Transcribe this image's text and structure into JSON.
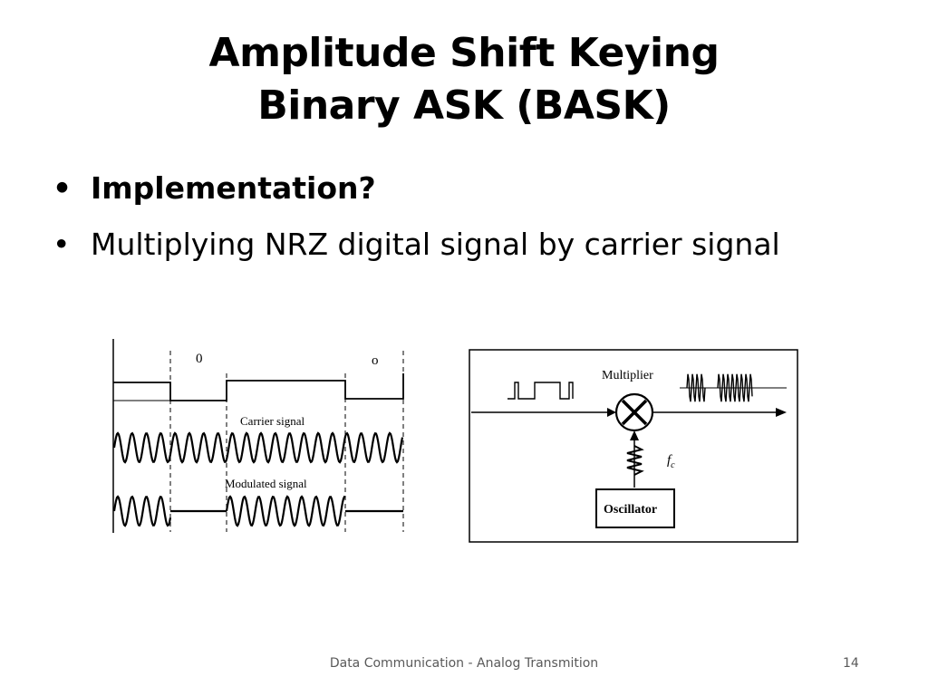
{
  "slide": {
    "title_line1": "Amplitude Shift Keying",
    "title_line2": "Binary ASK (BASK)",
    "bullets": [
      {
        "text": "Implementation?",
        "bold": true
      },
      {
        "text": "Multiplying NRZ digital signal by carrier signal",
        "bold": false
      }
    ],
    "bullet_glyph": "•"
  },
  "waveform_figure": {
    "bit_labels": [
      "0",
      "o"
    ],
    "carrier_label": "Carrier signal",
    "modulated_label": "Modulated signal",
    "bits": [
      1,
      0,
      1,
      0
    ]
  },
  "block_diagram": {
    "multiplier_label": "Multiplier",
    "oscillator_label": "Oscillator",
    "fc_label": "f",
    "fc_subscript": "c",
    "multiplier_symbol": "multiply-icon"
  },
  "footer": {
    "text": "Data Communication - Analog Transmition",
    "page_number": "14"
  }
}
